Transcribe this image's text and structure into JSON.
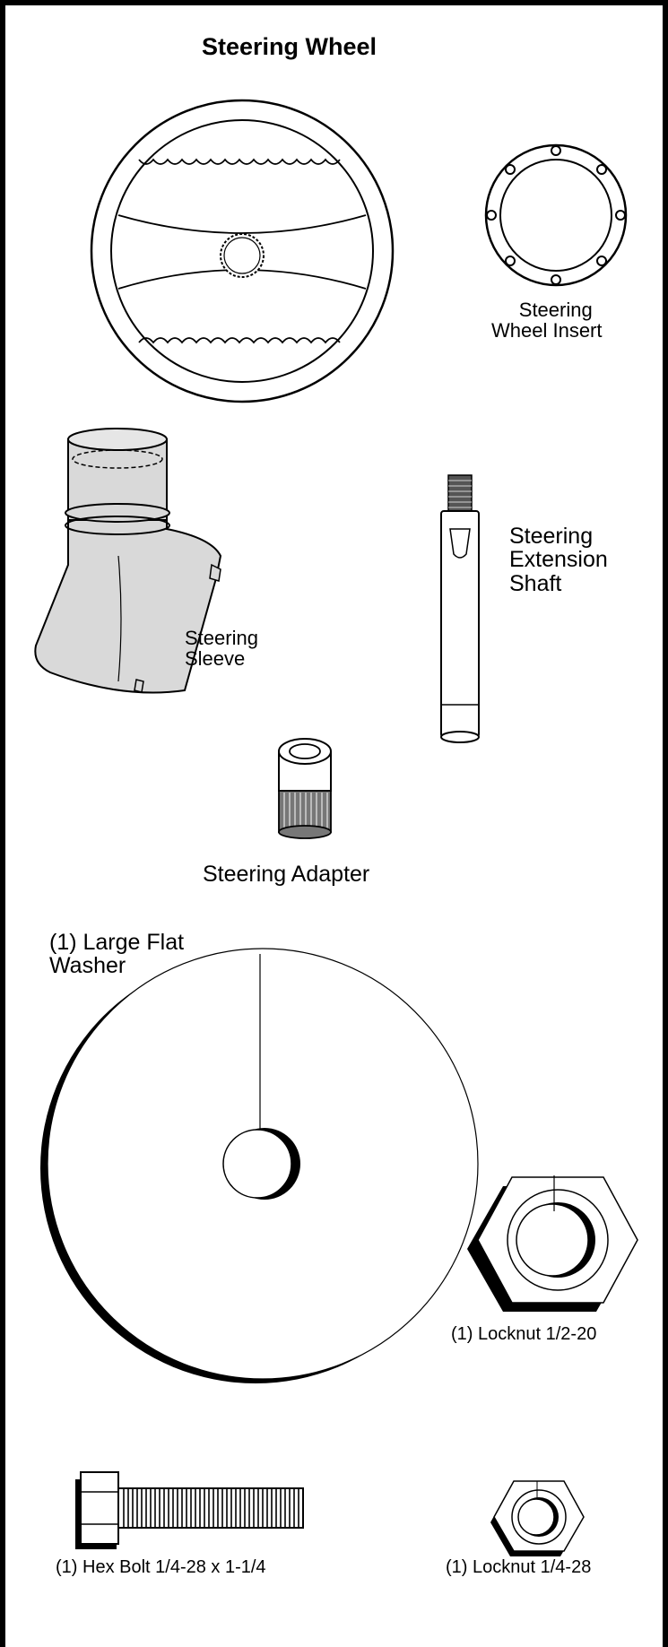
{
  "page": {
    "title": "Steering Wheel"
  },
  "parts": {
    "wheel_insert": {
      "line1": "Steering",
      "line2": "Wheel Insert"
    },
    "extension_shaft": {
      "line1": "Steering",
      "line2": "Extension",
      "line3": "Shaft"
    },
    "sleeve": {
      "line1": "Steering",
      "line2": "Sleeve"
    },
    "adapter": {
      "label": "Steering Adapter"
    },
    "flat_washer": {
      "line1": "(1) Large Flat",
      "line2": "Washer"
    },
    "locknut_large": {
      "label": "(1) Locknut  1/2-20"
    },
    "hex_bolt": {
      "label": "(1) Hex Bolt  1/4-28 x 1-1/4"
    },
    "locknut_small": {
      "label": "(1) Locknut  1/4-28"
    }
  }
}
